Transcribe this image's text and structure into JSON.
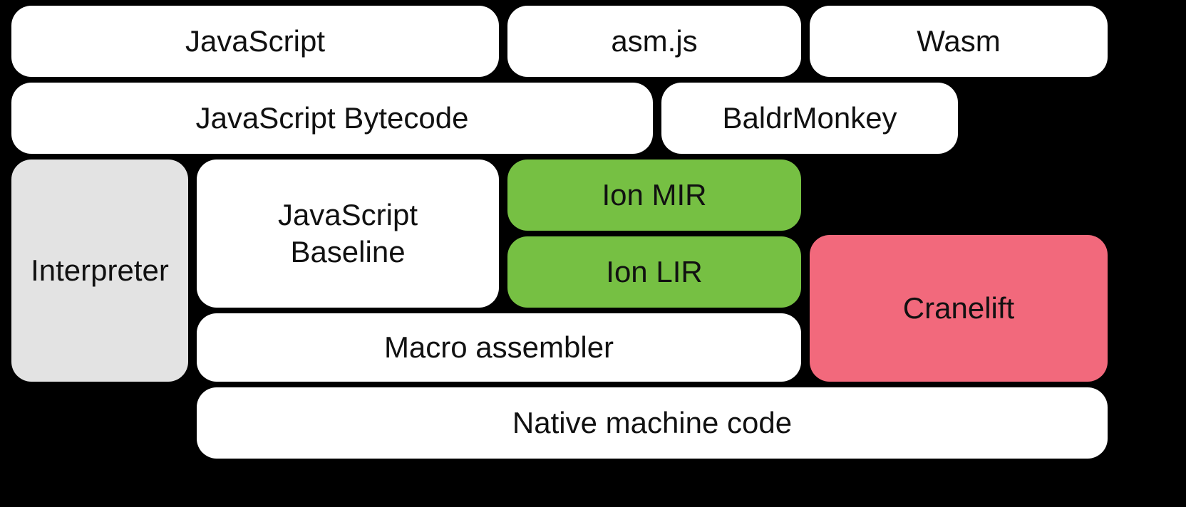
{
  "diagram": {
    "description": "JavaScript / WebAssembly engine compiler pipeline diagram",
    "nodes": {
      "javascript": {
        "label": "JavaScript",
        "fill": "white"
      },
      "asmjs": {
        "label": "asm.js",
        "fill": "white"
      },
      "wasm": {
        "label": "Wasm",
        "fill": "white"
      },
      "bytecode": {
        "label": "JavaScript Bytecode",
        "fill": "white"
      },
      "baldrmonkey": {
        "label": "BaldrMonkey",
        "fill": "white"
      },
      "interpreter": {
        "label": "Interpreter",
        "fill": "gray"
      },
      "baseline": {
        "label": "JavaScript\nBaseline",
        "fill": "white"
      },
      "ionmir": {
        "label": "Ion MIR",
        "fill": "green"
      },
      "ionlir": {
        "label": "Ion LIR",
        "fill": "green"
      },
      "cranelift": {
        "label": "Cranelift",
        "fill": "pink"
      },
      "macroassembler": {
        "label": "Macro assembler",
        "fill": "white"
      },
      "nativecode": {
        "label": "Native machine code",
        "fill": "white"
      }
    },
    "colors": {
      "background": "#000000",
      "box-white": "#ffffff",
      "box-gray": "#e3e3e3",
      "box-green": "#76c043",
      "box-pink": "#f2697c",
      "text": "#111111"
    }
  }
}
